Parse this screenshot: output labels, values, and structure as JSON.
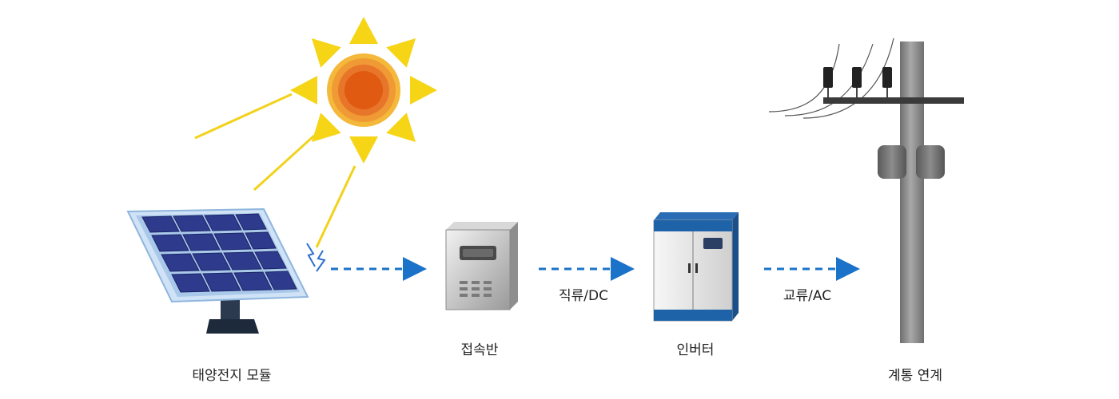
{
  "diagram": {
    "components": {
      "solar_module": "태양전지 모듈",
      "junction_box": "접속반",
      "inverter": "인버터",
      "grid_connection": "계통 연계"
    },
    "flows": {
      "dc": "직류/DC",
      "ac": "교류/AC"
    },
    "colors": {
      "arrow": "#1a73c8",
      "sun_ray": "#f2d21b",
      "sun_core": "#e05a12",
      "panel_cell": "#2e3a8c",
      "panel_frame": "#b7d3ef",
      "inverter_trim": "#1e63a8",
      "pole": "#8a8a8a"
    },
    "icons": [
      "sun-icon",
      "solar-panel-icon",
      "junction-box-icon",
      "inverter-icon",
      "utility-pole-icon",
      "spark-icon"
    ]
  }
}
